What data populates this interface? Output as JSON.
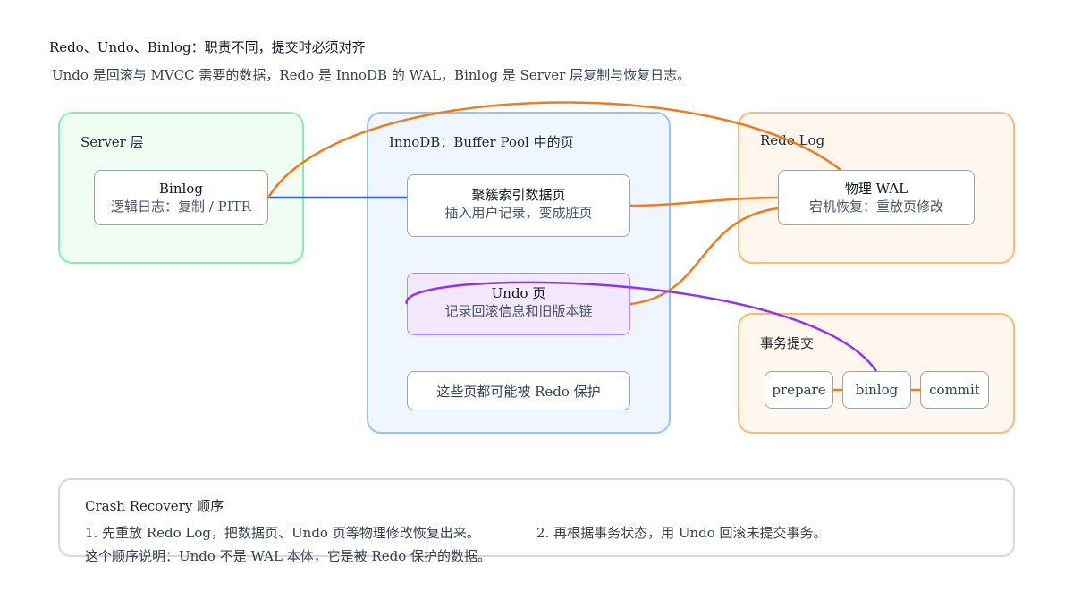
{
  "header": {
    "title": "Redo、Undo、Binlog：职责不同，提交时必须对齐",
    "subtitle": "Undo 是回滚与 MVCC 需要的数据，Redo 是 InnoDB 的 WAL，Binlog 是 Server 层复制与恢复日志。"
  },
  "server": {
    "label": "Server 层",
    "binlog_title": "Binlog",
    "binlog_desc": "逻辑日志：复制 / PITR"
  },
  "innodb": {
    "label": "InnoDB：Buffer Pool 中的页",
    "cluster_title": "聚簇索引数据页",
    "cluster_desc": "插入用户记录，变成脏页",
    "undo_title": "Undo 页",
    "undo_desc": "记录回滚信息和旧版本链",
    "protect_note": "这些页都可能被 Redo 保护"
  },
  "redo": {
    "label": "Redo Log",
    "wal_title": "物理 WAL",
    "wal_desc": "宕机恢复：重放页修改"
  },
  "txn": {
    "label": "事务提交",
    "steps": [
      "prepare",
      "binlog",
      "commit"
    ]
  },
  "crash": {
    "title": "Crash Recovery 顺序",
    "step1": "1. 先重放 Redo Log，把数据页、Undo 页等物理修改恢复出来。",
    "step2": "2. 再根据事务状态，用 Undo 回滚未提交事务。",
    "note": "这个顺序说明：Undo 不是 WAL 本体，它是被 Redo 保护的数据。"
  },
  "colors": {
    "orange": "#f07b1f",
    "blue": "#2563eb",
    "purple": "#9333ea"
  }
}
